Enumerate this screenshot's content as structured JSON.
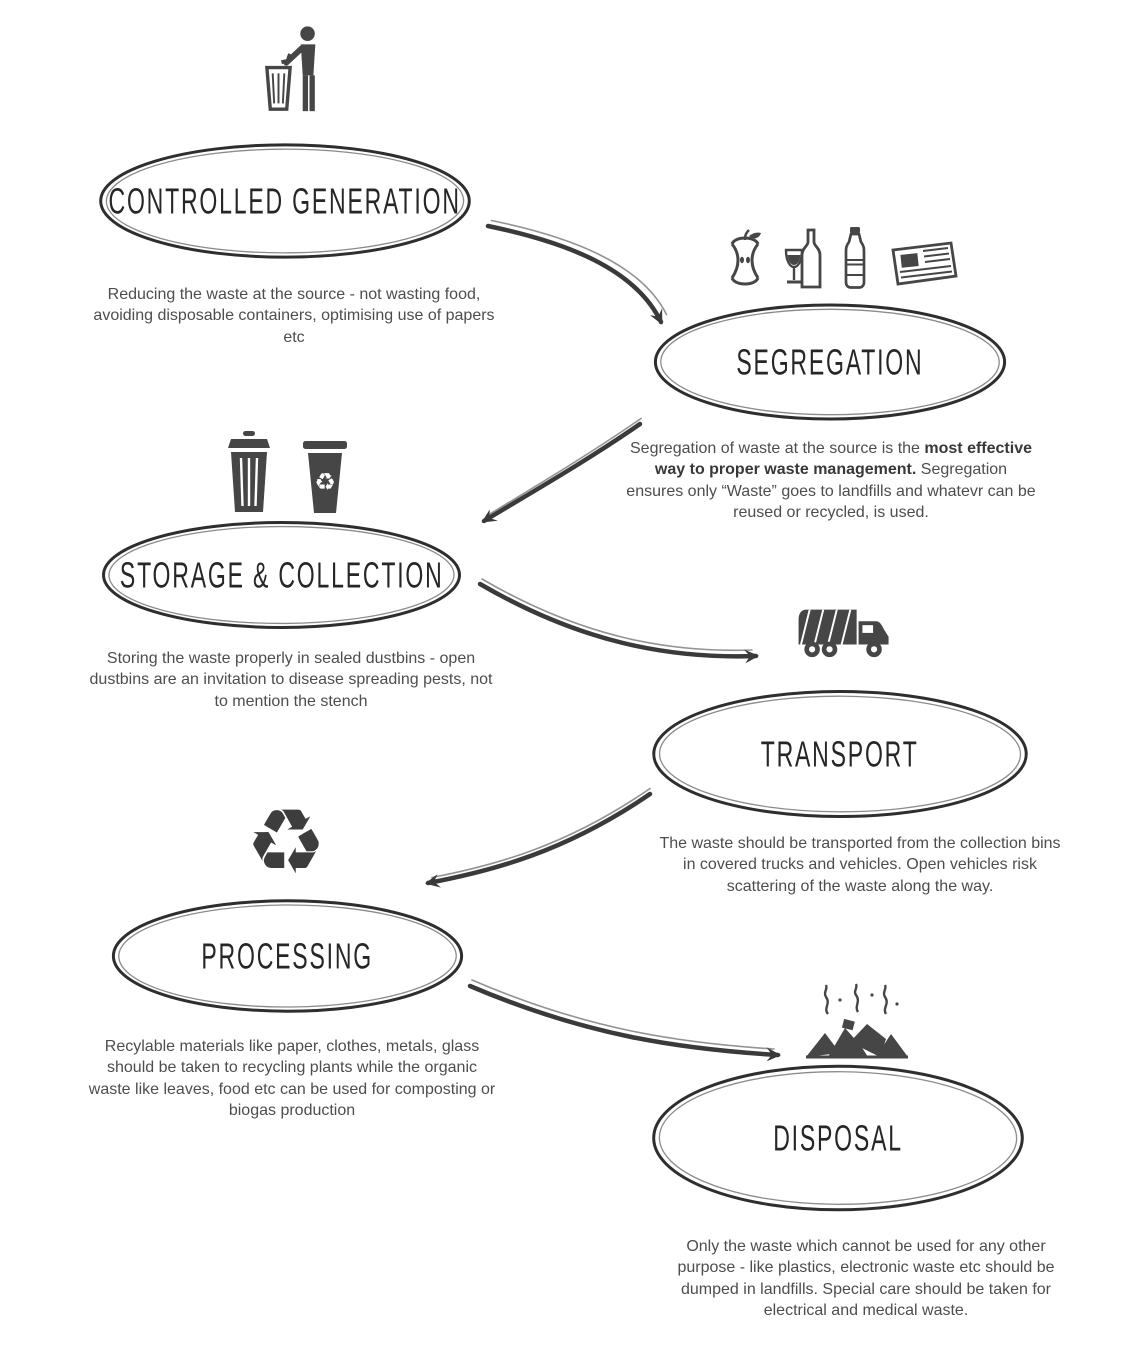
{
  "page": {
    "background": "#ffffff",
    "ink": "#3a3a3a",
    "icon_ink": "#464646"
  },
  "stages": [
    {
      "id": "controlled-generation",
      "title": "CONTROLLED GENERATION",
      "description": "Reducing the waste at the source - not wasting food, avoiding disposable containers, optimising use of papers etc",
      "icon": "person-littering-icon"
    },
    {
      "id": "segregation",
      "title": "SEGREGATION",
      "description_pre": "Segregation of waste at the source is the ",
      "description_bold": "most effective way to proper waste management.",
      "description_post": " Segregation ensures only “Waste” goes to landfills and whatevr can be reused or recycled, is used.",
      "icons": [
        "apple-core-icon",
        "wine-bottle-glass-icon",
        "water-bottle-icon",
        "newspaper-icon"
      ]
    },
    {
      "id": "storage-collection",
      "title": "STORAGE & COLLECTION",
      "description": "Storing the waste properly in sealed dustbins - open dustbins are an invitation to disease spreading pests, not to mention the stench",
      "icons": [
        "dustbin-icon",
        "recycle-bin-icon"
      ]
    },
    {
      "id": "transport",
      "title": "TRANSPORT",
      "description": "The waste should be transported from the collection bins in covered trucks and vehicles. Open vehicles risk scattering of the waste along the way.",
      "icon": "garbage-truck-icon"
    },
    {
      "id": "processing",
      "title": "PROCESSING",
      "description": "Recylable materials like paper, clothes, metals, glass should be taken to recycling plants while the organic waste like leaves, food etc can be used for composting or biogas production",
      "icon": "recycling-symbol-icon",
      "recycle_glyph": "♻"
    },
    {
      "id": "disposal",
      "title": "DISPOSAL",
      "description": "Only the waste which cannot be used for any other purpose - like plastics, electronic waste etc should be dumped in landfills. Special care should be taken for electrical and medical waste.",
      "icon": "landfill-pile-icon"
    }
  ]
}
